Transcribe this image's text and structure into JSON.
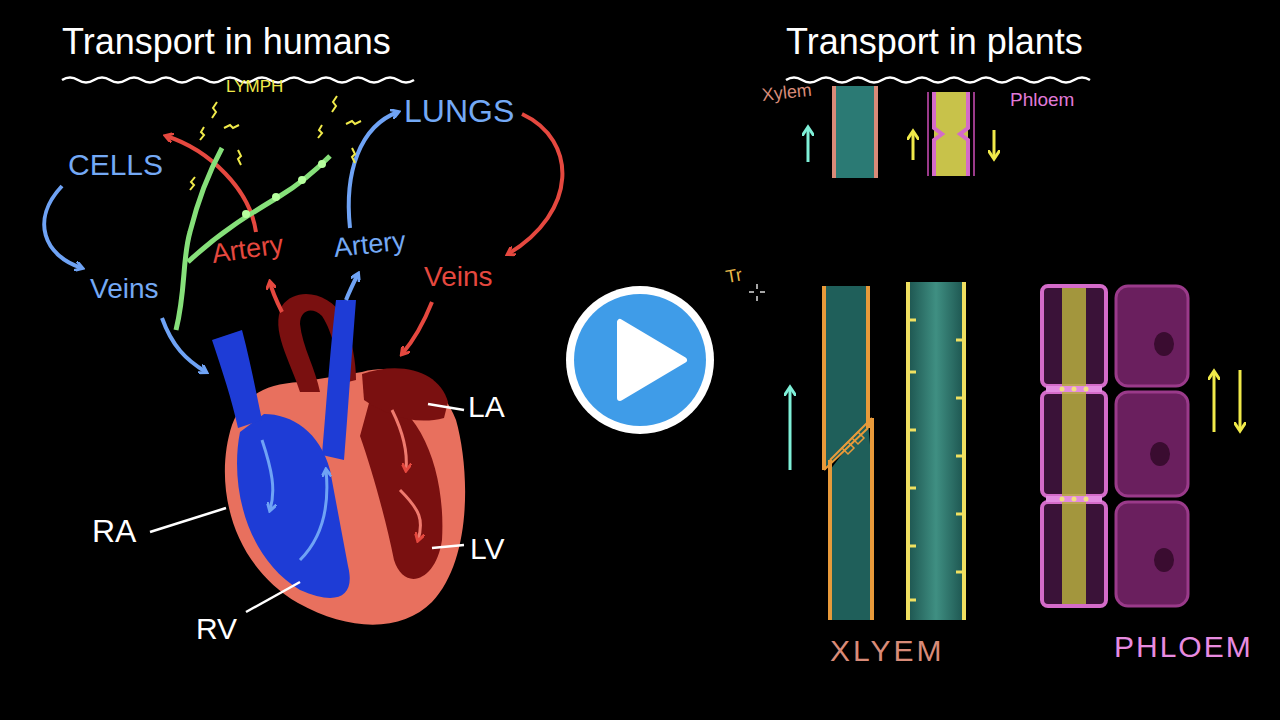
{
  "diagram": {
    "labels": [
      "Transport in humans",
      "CELLS",
      "LYMPH",
      "LUNGS",
      "Artery",
      "Artery",
      "Veins",
      "Veins",
      "LA",
      "RA",
      "LV",
      "RV",
      "Transport in plants",
      "Xylem",
      "Phloem",
      "Tr",
      "XLYEM",
      "PHLOEM"
    ]
  }
}
